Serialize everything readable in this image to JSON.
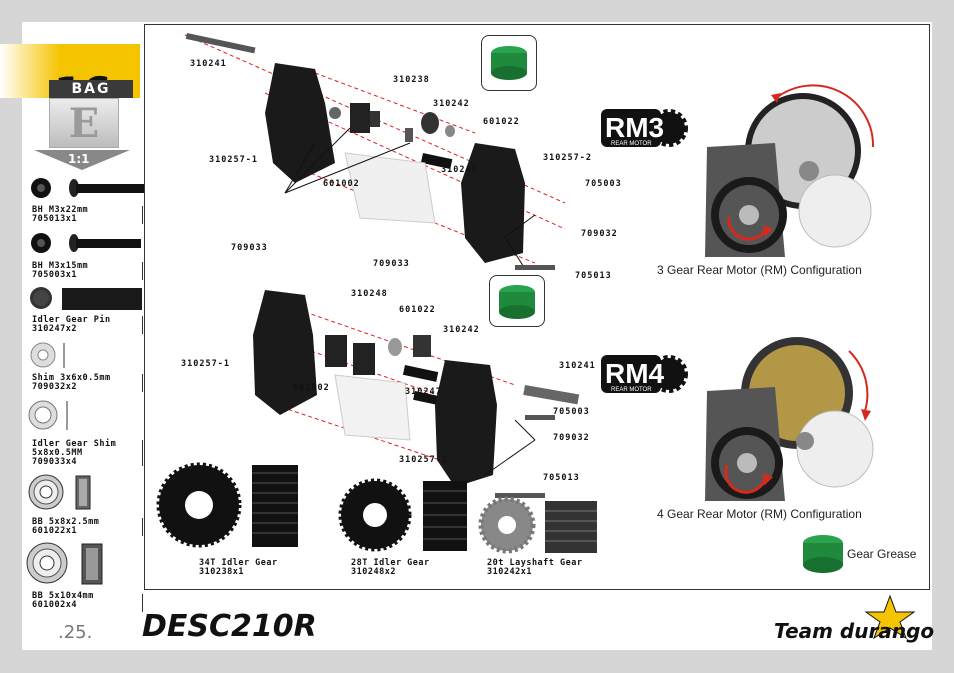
{
  "step": {
    "number": "16"
  },
  "bag": {
    "label": "BAG",
    "letter": "E",
    "scale": "1:1"
  },
  "sidebar": {
    "parts": [
      {
        "name": "BH M3x22mm",
        "code": "705013x1",
        "icon": "long-screw-icon"
      },
      {
        "name": "BH M3x15mm",
        "code": "705003x1",
        "icon": "short-screw-icon"
      },
      {
        "name": "Idler Gear Pin",
        "code": "310247x2",
        "icon": "pin-icon"
      },
      {
        "name": "Shim 3x6x0.5mm",
        "code": "709032x2",
        "icon": "shim-icon"
      },
      {
        "name": "Idler Gear Shim 5x8x0.5MM",
        "code": "709033x4",
        "icon": "idler-shim-icon"
      },
      {
        "name": "BB 5x8x2.5mm",
        "code": "601022x1",
        "icon": "bearing-small-icon"
      },
      {
        "name": "BB 5x10x4mm",
        "code": "601002x4",
        "icon": "bearing-large-icon"
      }
    ]
  },
  "diagram_top": {
    "labels": [
      "310241",
      "310238",
      "310242",
      "601022",
      "310257-1",
      "310257-2",
      "601002",
      "310247",
      "705003",
      "709033",
      "709032",
      "705013"
    ]
  },
  "diagram_bottom": {
    "labels": [
      "709033",
      "310248",
      "601022",
      "310242",
      "310257-1",
      "310241",
      "601002",
      "310247",
      "705003",
      "709032",
      "310257-2",
      "705013"
    ]
  },
  "rm3": {
    "badge_main": "RM3",
    "badge_sub": "REAR MOTOR",
    "caption": "3 Gear Rear Motor (RM) Configuration"
  },
  "rm4": {
    "badge_main": "RM4",
    "badge_sub": "REAR MOTOR",
    "caption": "4 Gear Rear Motor (RM) Configuration"
  },
  "grease": {
    "label": "Gear Grease",
    "color": "#1f8a3c"
  },
  "gears": [
    {
      "name": "34T Idler Gear",
      "code": "310238x1"
    },
    {
      "name": "28T Idler Gear",
      "code": "310248x2"
    },
    {
      "name": "20t Layshaft Gear",
      "code": "310242x1"
    }
  ],
  "footer": {
    "page": ".25.",
    "product": "DESC210R",
    "brand": "Team durango"
  },
  "colors": {
    "accent": "#f5c400",
    "arrow_red": "#d42a1e",
    "assembly_line": "#e02020"
  }
}
